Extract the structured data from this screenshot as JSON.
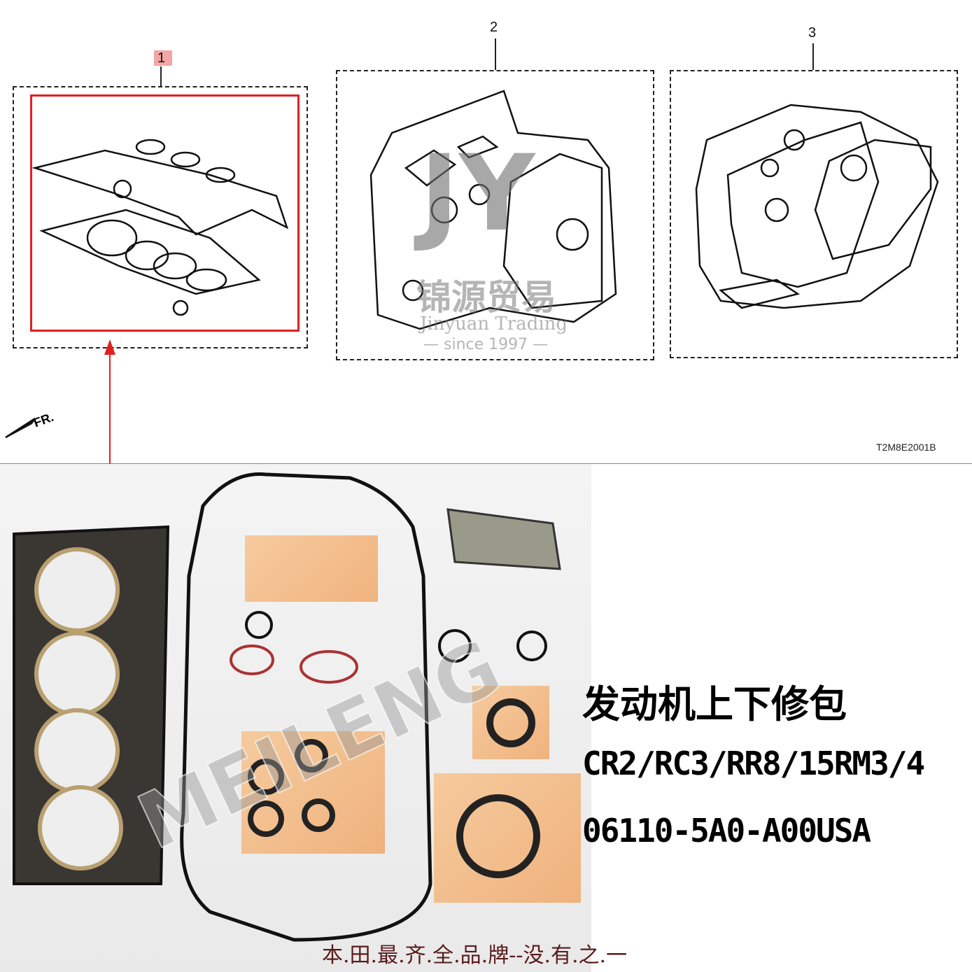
{
  "diagram": {
    "callouts": [
      "1",
      "2",
      "3"
    ],
    "diagram_code": "T2M8E2001B",
    "front_label": "FR.",
    "highlight_color": "#e02020"
  },
  "watermark": {
    "logo_letters": "JY",
    "cn_name": "锦源贸易",
    "en_name": "Jinyuan Trading",
    "since": "— since 1997 —",
    "photo_mark": "MEILENG"
  },
  "product": {
    "title": "发动机上下修包",
    "models": "CR2/RC3/RR8/15RM3/4",
    "part_number": "06110-5A0-A00USA",
    "slogan": "本.田.最.齐.全.品.牌--没.有.之.一"
  }
}
